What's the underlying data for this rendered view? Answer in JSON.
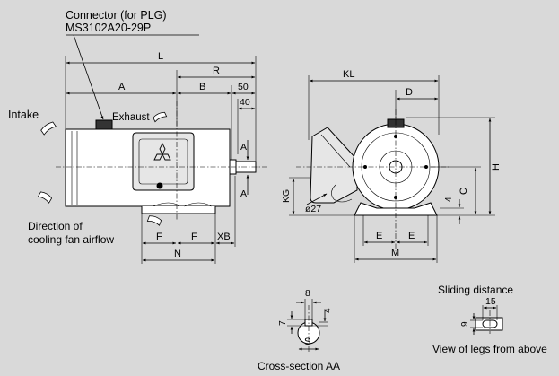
{
  "labels": {
    "connector_line1": "Connector (for PLG)",
    "connector_line2": "MS3102A20-29P",
    "intake": "Intake",
    "exhaust": "Exhaust",
    "airflow_line1": "Direction of",
    "airflow_line2": "cooling fan airflow",
    "cross_section": "Cross-section AA",
    "sliding_distance": "Sliding distance",
    "view_of_legs": "View of legs from above"
  },
  "dims": {
    "L": "L",
    "R": "R",
    "A": "A",
    "B": "B",
    "d50": "50",
    "d40": "40",
    "F": "F",
    "XB": "XB",
    "N": "N",
    "KL": "KL",
    "D": "D",
    "H": "H",
    "C": "C",
    "KG": "KG",
    "d4": "4",
    "phi27": "ø27",
    "E": "E",
    "M": "M",
    "d8": "8",
    "d7": "7",
    "S": "S",
    "d15": "15",
    "d9": "9"
  },
  "colors": {
    "background": "#d9d9d9",
    "body_fill": "#ffffff",
    "terminal_box_fill": "#e6e6e6"
  },
  "icons": [
    "mitsubishi-logo-icon",
    "airflow-arrow-icon"
  ]
}
